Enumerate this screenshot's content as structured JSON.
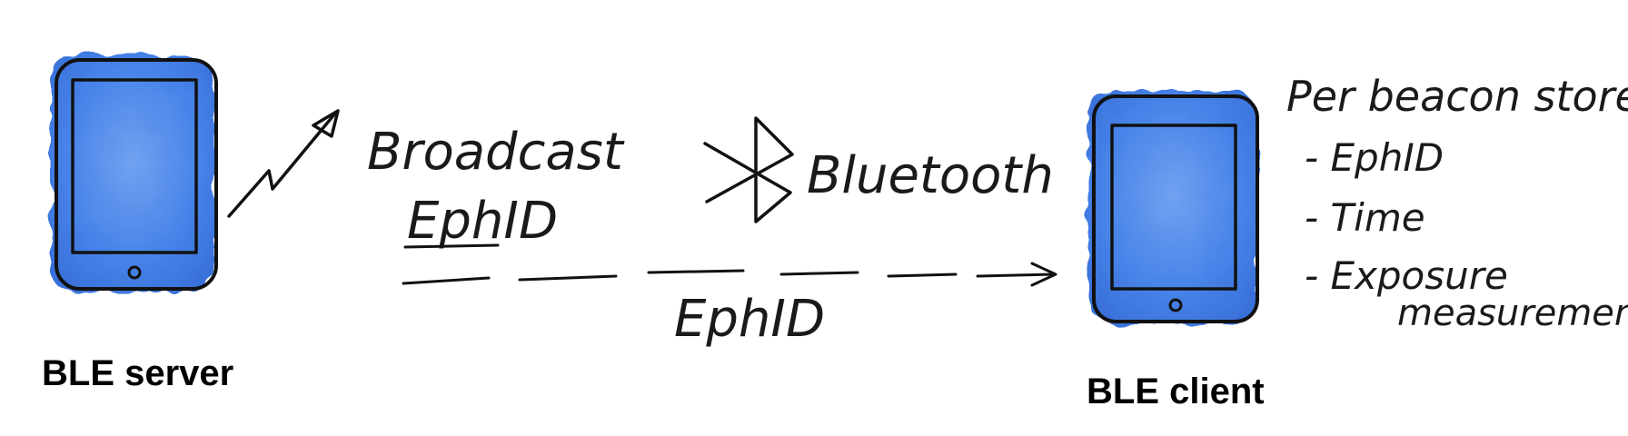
{
  "colors": {
    "ink": "#111111",
    "device_fill": "#3a78e6",
    "device_fill_light": "#6a9df0"
  },
  "devices": {
    "server": {
      "label": "BLE server",
      "icon": "tablet-icon"
    },
    "client": {
      "label": "BLE client",
      "icon": "tablet-icon"
    }
  },
  "broadcast": {
    "line1": "Broadcast",
    "line2": "EphID",
    "icon": "signal-arrow-icon"
  },
  "bluetooth": {
    "label": "Bluetooth",
    "icon": "bluetooth-icon"
  },
  "link": {
    "label": "EphID",
    "icon": "dashed-arrow-icon"
  },
  "store": {
    "title": "Per beacon store:",
    "items": [
      "- EphID",
      "- Time",
      "- Exposure",
      "measurement"
    ]
  }
}
